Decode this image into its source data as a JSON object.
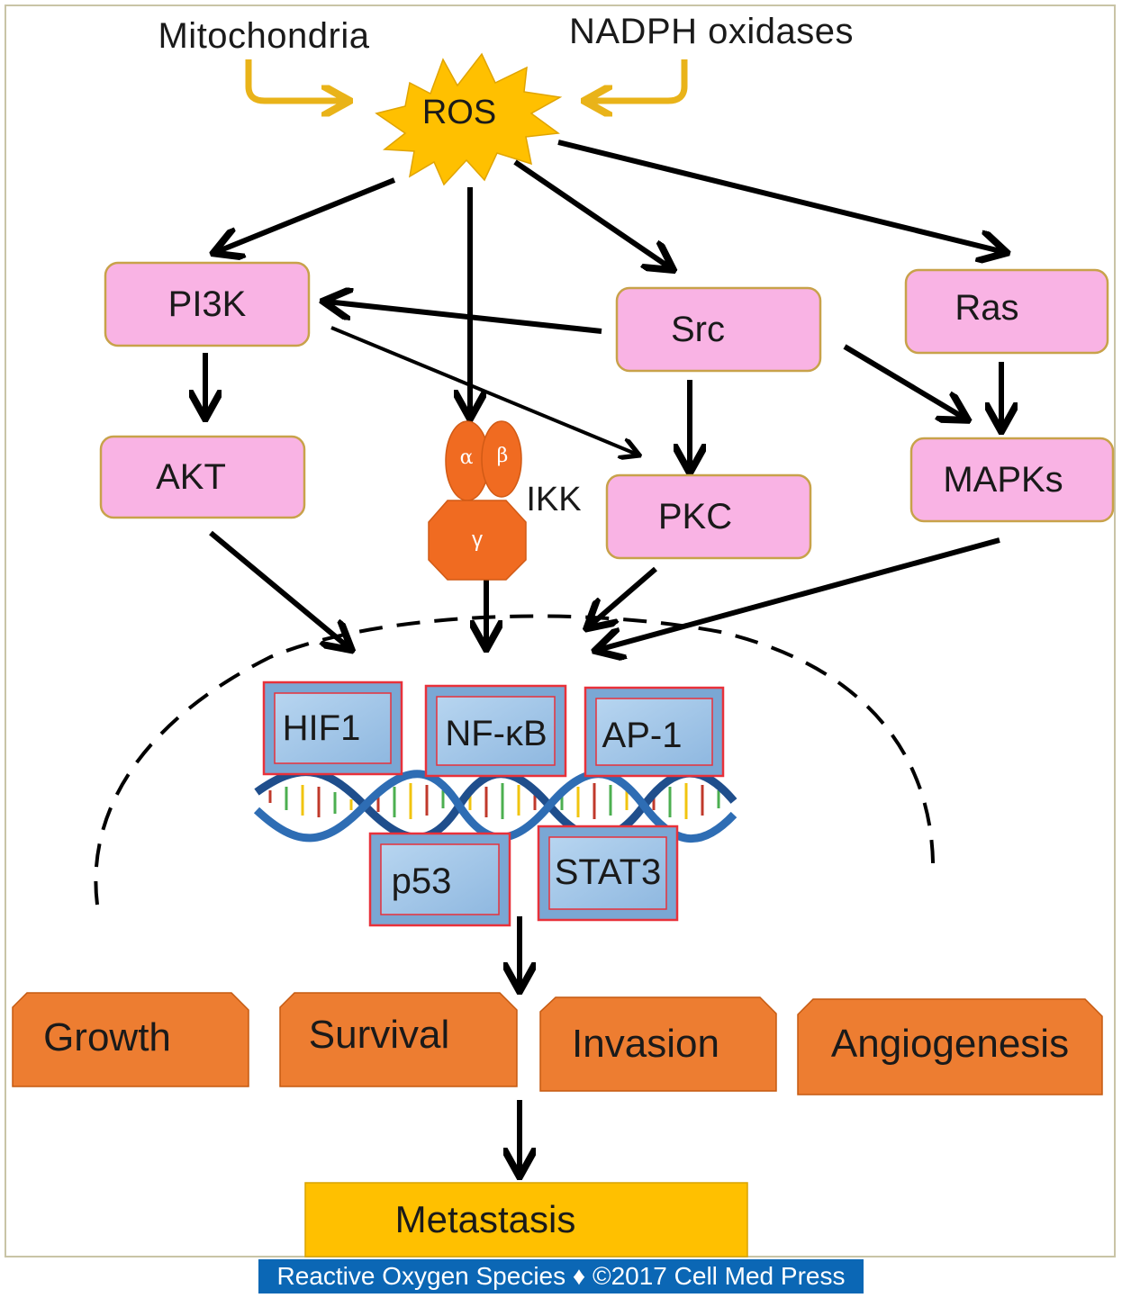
{
  "sources": {
    "mitochondria": "Mitochondria",
    "nadph": "NADPH oxidases"
  },
  "ros": "ROS",
  "kinases": {
    "pi3k": "PI3K",
    "src": "Src",
    "ras": "Ras",
    "akt": "AKT",
    "pkc": "PKC",
    "mapks": "MAPKs",
    "ikk": "IKK",
    "ikk_alpha": "α",
    "ikk_beta": "β",
    "ikk_gamma": "γ"
  },
  "transcription_factors": {
    "hif1": "HIF1",
    "nfkb": "NF-κB",
    "ap1": "AP-1",
    "p53": "p53",
    "stat3": "STAT3"
  },
  "outcomes": {
    "growth": "Growth",
    "survival": "Survival",
    "invasion": "Invasion",
    "angiogenesis": "Angiogenesis",
    "metastasis": "Metastasis"
  },
  "credit": "Reactive Oxygen Species ♦ ©2017 Cell Med Press",
  "colors": {
    "pink_box": "#f9b3e4",
    "pink_border": "#c8a24a",
    "tf_fill": "#9dc3e6",
    "tf_border": "#e8313a",
    "outcome_fill": "#ed7d31",
    "metastasis_fill": "#ffc000",
    "ros_fill": "#ffc000",
    "source_arrow": "#e9b319",
    "credit_bg": "#0b67b5"
  }
}
